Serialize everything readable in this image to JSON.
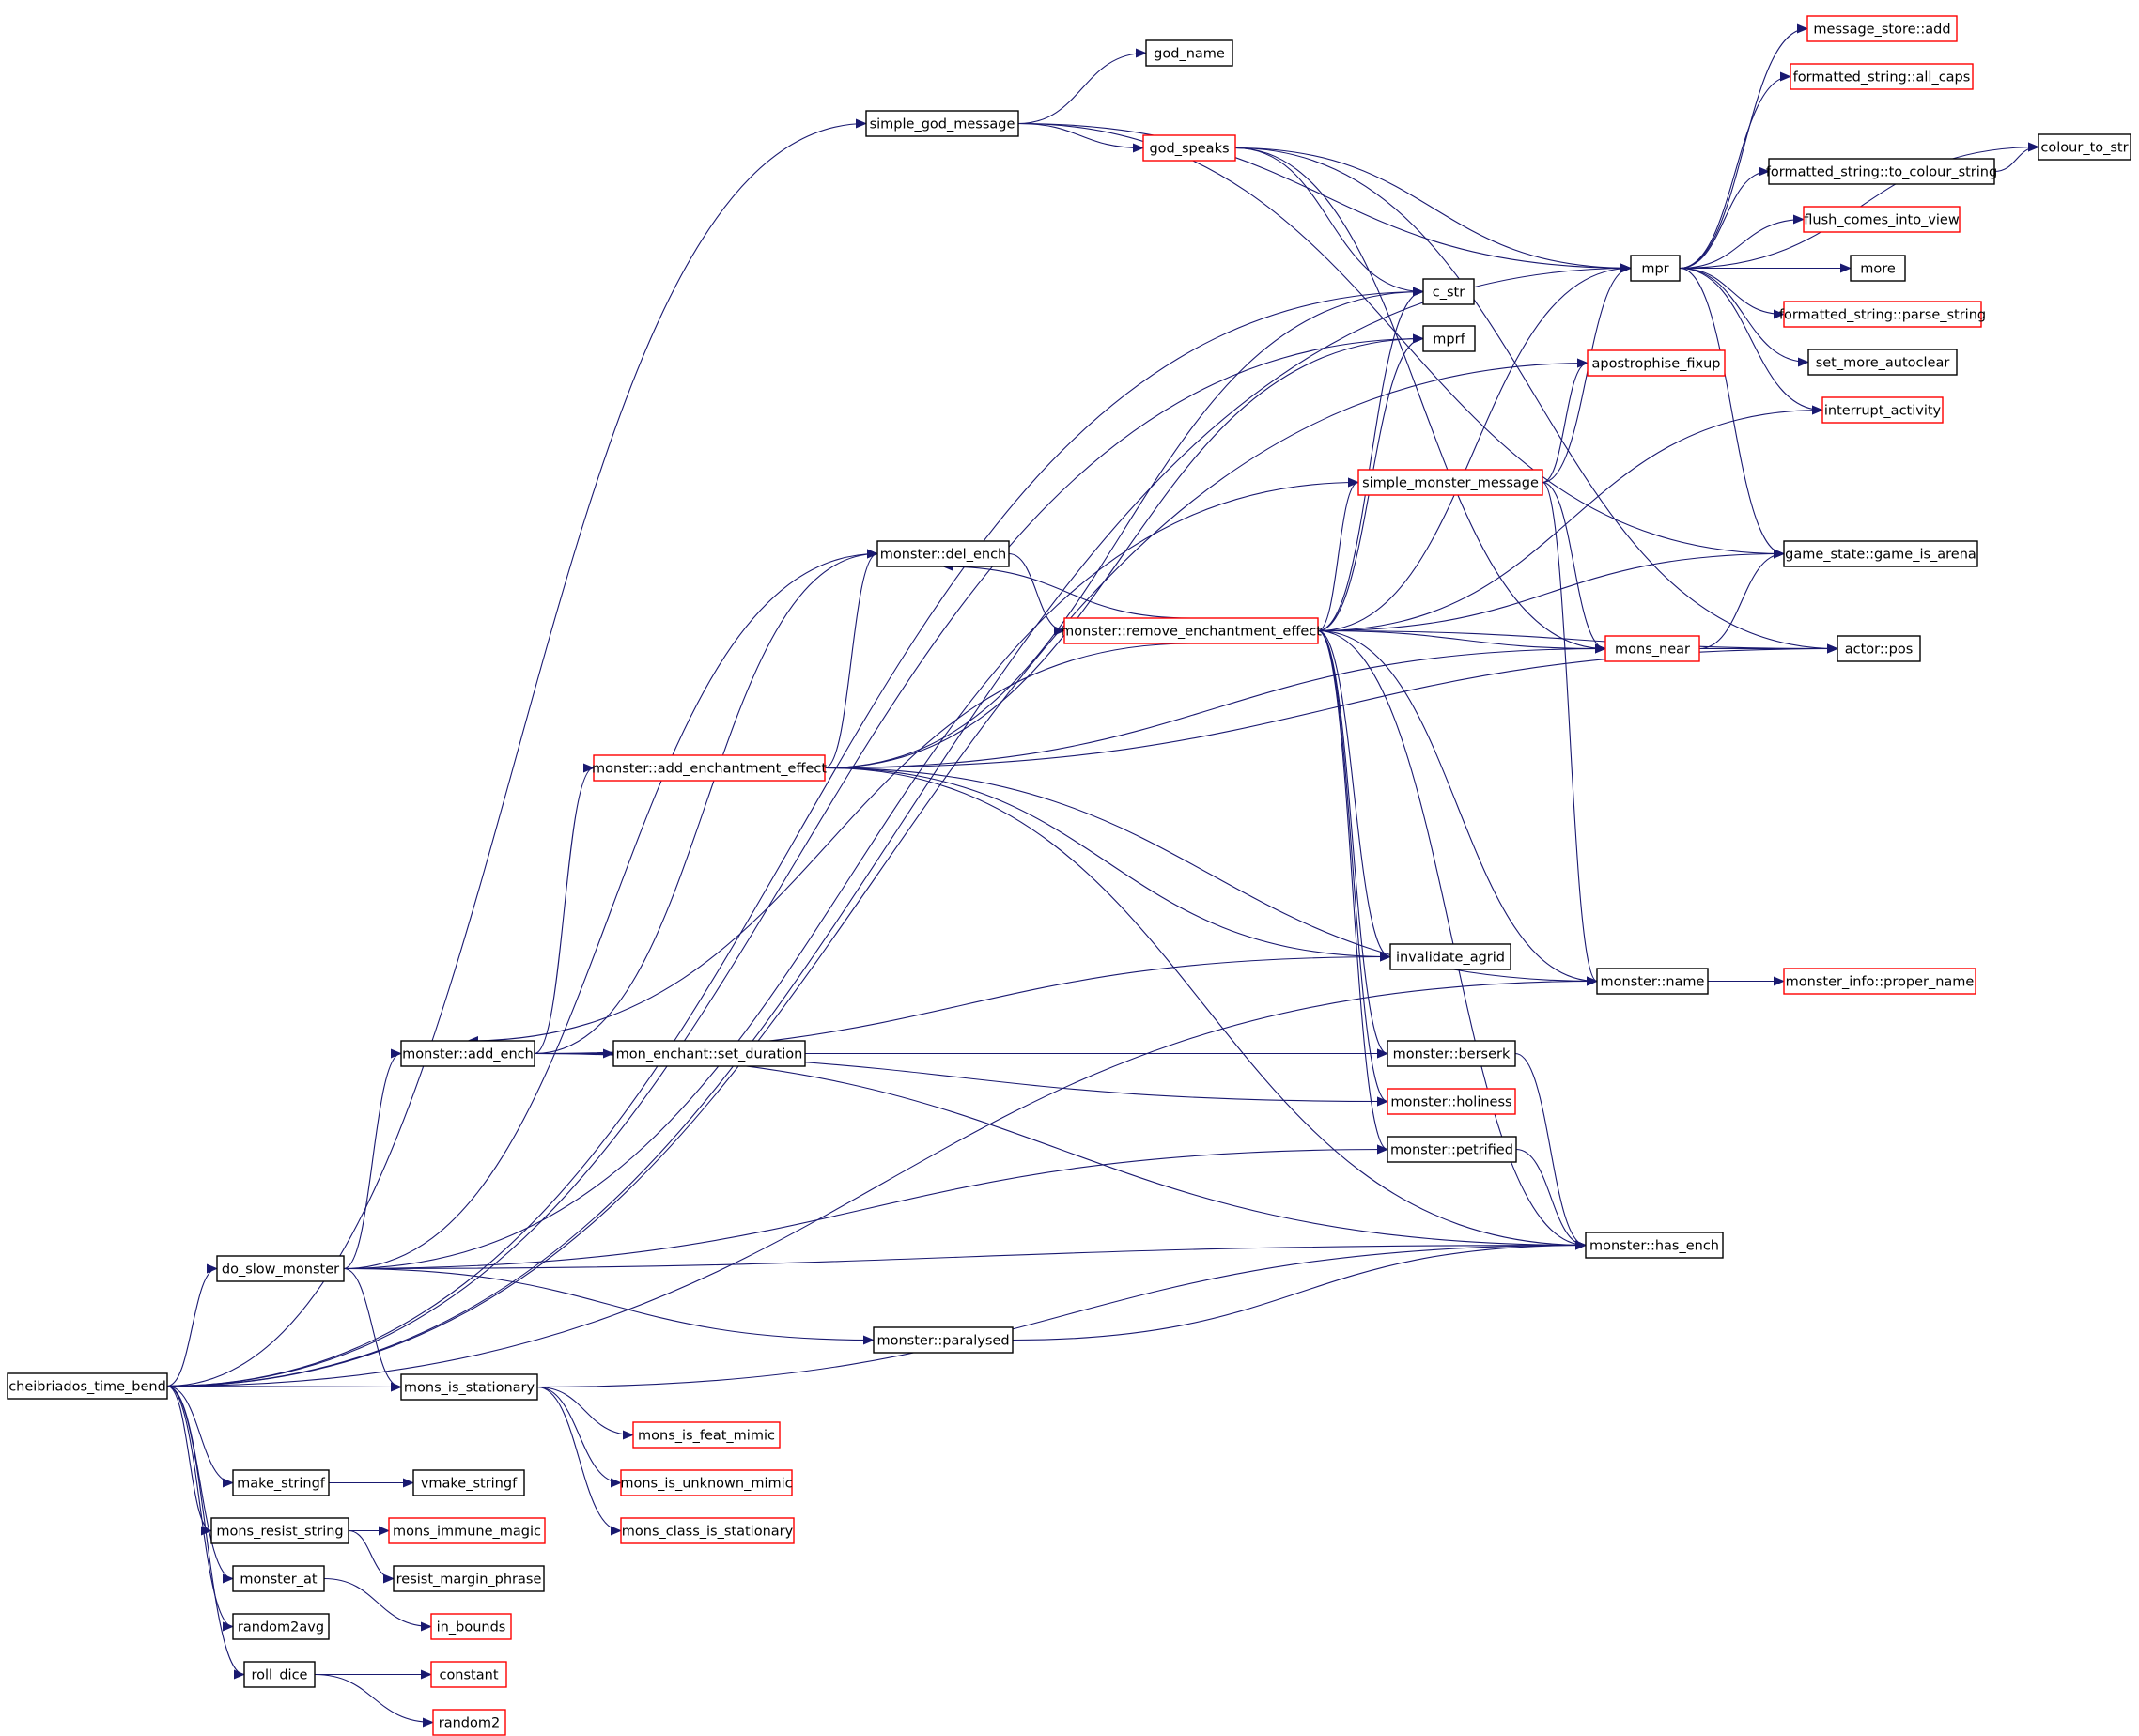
{
  "colors": {
    "edge": "#191970",
    "border_normal": "#000000",
    "border_truncated": "#ff0000",
    "root_fill": "#bfbfbf"
  },
  "nodes": [
    {
      "id": "cheibriados_time_bend",
      "label": "cheibriados_time_bend",
      "style": "root"
    },
    {
      "id": "simple_god_message",
      "label": "simple_god_message",
      "style": "normal"
    },
    {
      "id": "god_name",
      "label": "god_name",
      "style": "normal"
    },
    {
      "id": "god_speaks",
      "label": "god_speaks",
      "style": "truncated"
    },
    {
      "id": "mpr",
      "label": "mpr",
      "style": "normal"
    },
    {
      "id": "message_store_add",
      "label": "message_store::add",
      "style": "truncated"
    },
    {
      "id": "fs_all_caps",
      "label": "formatted_string::all_caps",
      "style": "truncated"
    },
    {
      "id": "fs_to_colour_string",
      "label": "formatted_string::to_colour_string",
      "style": "normal"
    },
    {
      "id": "colour_to_str",
      "label": "colour_to_str",
      "style": "normal"
    },
    {
      "id": "flush_comes_into_view",
      "label": "flush_comes_into_view",
      "style": "truncated"
    },
    {
      "id": "more",
      "label": "more",
      "style": "normal"
    },
    {
      "id": "fs_parse_string",
      "label": "formatted_string::parse_string",
      "style": "truncated"
    },
    {
      "id": "set_more_autoclear",
      "label": "set_more_autoclear",
      "style": "normal"
    },
    {
      "id": "interrupt_activity",
      "label": "interrupt_activity",
      "style": "truncated"
    },
    {
      "id": "c_str",
      "label": "c_str",
      "style": "normal"
    },
    {
      "id": "mprf",
      "label": "mprf",
      "style": "normal"
    },
    {
      "id": "apostrophise_fixup",
      "label": "apostrophise_fixup",
      "style": "truncated"
    },
    {
      "id": "simple_monster_message",
      "label": "simple_monster_message",
      "style": "truncated"
    },
    {
      "id": "game_is_arena",
      "label": "game_state::game_is_arena",
      "style": "normal"
    },
    {
      "id": "monster_del_ench",
      "label": "monster::del_ench",
      "style": "normal"
    },
    {
      "id": "remove_enchantment_effect",
      "label": "monster::remove_enchantment_effect",
      "style": "truncated"
    },
    {
      "id": "mons_near",
      "label": "mons_near",
      "style": "truncated"
    },
    {
      "id": "actor_pos",
      "label": "actor::pos",
      "style": "normal"
    },
    {
      "id": "add_enchantment_effect",
      "label": "monster::add_enchantment_effect",
      "style": "truncated"
    },
    {
      "id": "invalidate_agrid",
      "label": "invalidate_agrid",
      "style": "normal"
    },
    {
      "id": "monster_name",
      "label": "monster::name",
      "style": "normal"
    },
    {
      "id": "proper_name",
      "label": "monster_info::proper_name",
      "style": "truncated"
    },
    {
      "id": "monster_add_ench",
      "label": "monster::add_ench",
      "style": "normal"
    },
    {
      "id": "set_duration",
      "label": "mon_enchant::set_duration",
      "style": "normal"
    },
    {
      "id": "monster_berserk",
      "label": "monster::berserk",
      "style": "normal"
    },
    {
      "id": "monster_holiness",
      "label": "monster::holiness",
      "style": "truncated"
    },
    {
      "id": "monster_petrified",
      "label": "monster::petrified",
      "style": "normal"
    },
    {
      "id": "do_slow_monster",
      "label": "do_slow_monster",
      "style": "normal"
    },
    {
      "id": "monster_has_ench",
      "label": "monster::has_ench",
      "style": "normal"
    },
    {
      "id": "monster_paralysed",
      "label": "monster::paralysed",
      "style": "normal"
    },
    {
      "id": "mons_is_stationary",
      "label": "mons_is_stationary",
      "style": "normal"
    },
    {
      "id": "mons_is_feat_mimic",
      "label": "mons_is_feat_mimic",
      "style": "truncated"
    },
    {
      "id": "mons_is_unknown_mimic",
      "label": "mons_is_unknown_mimic",
      "style": "truncated"
    },
    {
      "id": "mons_class_is_stationary",
      "label": "mons_class_is_stationary",
      "style": "truncated"
    },
    {
      "id": "make_stringf",
      "label": "make_stringf",
      "style": "normal"
    },
    {
      "id": "vmake_stringf",
      "label": "vmake_stringf",
      "style": "normal"
    },
    {
      "id": "mons_resist_string",
      "label": "mons_resist_string",
      "style": "normal"
    },
    {
      "id": "mons_immune_magic",
      "label": "mons_immune_magic",
      "style": "truncated"
    },
    {
      "id": "resist_margin_phrase",
      "label": "resist_margin_phrase",
      "style": "normal"
    },
    {
      "id": "monster_at",
      "label": "monster_at",
      "style": "normal"
    },
    {
      "id": "in_bounds",
      "label": "in_bounds",
      "style": "truncated"
    },
    {
      "id": "random2avg",
      "label": "random2avg",
      "style": "normal"
    },
    {
      "id": "roll_dice",
      "label": "roll_dice",
      "style": "normal"
    },
    {
      "id": "constant",
      "label": "constant",
      "style": "truncated"
    },
    {
      "id": "random2",
      "label": "random2",
      "style": "truncated"
    }
  ],
  "edges": [
    [
      "cheibriados_time_bend",
      "simple_god_message"
    ],
    [
      "cheibriados_time_bend",
      "mpr"
    ],
    [
      "cheibriados_time_bend",
      "c_str"
    ],
    [
      "cheibriados_time_bend",
      "mprf"
    ],
    [
      "cheibriados_time_bend",
      "apostrophise_fixup"
    ],
    [
      "cheibriados_time_bend",
      "do_slow_monster"
    ],
    [
      "cheibriados_time_bend",
      "mons_is_stationary"
    ],
    [
      "cheibriados_time_bend",
      "make_stringf"
    ],
    [
      "cheibriados_time_bend",
      "mons_resist_string"
    ],
    [
      "cheibriados_time_bend",
      "monster_at"
    ],
    [
      "cheibriados_time_bend",
      "random2avg"
    ],
    [
      "cheibriados_time_bend",
      "roll_dice"
    ],
    [
      "cheibriados_time_bend",
      "monster_name"
    ],
    [
      "simple_god_message",
      "god_name"
    ],
    [
      "simple_god_message",
      "god_speaks"
    ],
    [
      "simple_god_message",
      "mpr"
    ],
    [
      "simple_god_message",
      "game_is_arena"
    ],
    [
      "god_speaks",
      "mpr"
    ],
    [
      "god_speaks",
      "c_str"
    ],
    [
      "god_speaks",
      "mons_near"
    ],
    [
      "god_speaks",
      "actor_pos"
    ],
    [
      "mpr",
      "message_store_add"
    ],
    [
      "mpr",
      "fs_all_caps"
    ],
    [
      "mpr",
      "fs_to_colour_string"
    ],
    [
      "mpr",
      "colour_to_str"
    ],
    [
      "mpr",
      "flush_comes_into_view"
    ],
    [
      "mpr",
      "more"
    ],
    [
      "mpr",
      "fs_parse_string"
    ],
    [
      "mpr",
      "set_more_autoclear"
    ],
    [
      "mpr",
      "interrupt_activity"
    ],
    [
      "mpr",
      "game_is_arena"
    ],
    [
      "fs_to_colour_string",
      "colour_to_str"
    ],
    [
      "simple_monster_message",
      "mpr"
    ],
    [
      "simple_monster_message",
      "apostrophise_fixup"
    ],
    [
      "simple_monster_message",
      "mons_near"
    ],
    [
      "simple_monster_message",
      "monster_name"
    ],
    [
      "monster_del_ench",
      "remove_enchantment_effect"
    ],
    [
      "remove_enchantment_effect",
      "mpr"
    ],
    [
      "remove_enchantment_effect",
      "c_str"
    ],
    [
      "remove_enchantment_effect",
      "mprf"
    ],
    [
      "remove_enchantment_effect",
      "simple_monster_message"
    ],
    [
      "remove_enchantment_effect",
      "interrupt_activity"
    ],
    [
      "remove_enchantment_effect",
      "game_is_arena"
    ],
    [
      "remove_enchantment_effect",
      "mons_near"
    ],
    [
      "remove_enchantment_effect",
      "actor_pos"
    ],
    [
      "remove_enchantment_effect",
      "monster_del_ench"
    ],
    [
      "remove_enchantment_effect",
      "monster_add_ench"
    ],
    [
      "remove_enchantment_effect",
      "invalidate_agrid"
    ],
    [
      "remove_enchantment_effect",
      "monster_name"
    ],
    [
      "remove_enchantment_effect",
      "monster_berserk"
    ],
    [
      "remove_enchantment_effect",
      "monster_holiness"
    ],
    [
      "remove_enchantment_effect",
      "monster_petrified"
    ],
    [
      "remove_enchantment_effect",
      "monster_has_ench"
    ],
    [
      "mons_near",
      "game_is_arena"
    ],
    [
      "mons_near",
      "actor_pos"
    ],
    [
      "add_enchantment_effect",
      "c_str"
    ],
    [
      "add_enchantment_effect",
      "mprf"
    ],
    [
      "add_enchantment_effect",
      "monster_del_ench"
    ],
    [
      "add_enchantment_effect",
      "mons_near"
    ],
    [
      "add_enchantment_effect",
      "actor_pos"
    ],
    [
      "add_enchantment_effect",
      "invalidate_agrid"
    ],
    [
      "add_enchantment_effect",
      "monster_name"
    ],
    [
      "add_enchantment_effect",
      "monster_has_ench"
    ],
    [
      "monster_name",
      "proper_name"
    ],
    [
      "monster_add_ench",
      "add_enchantment_effect"
    ],
    [
      "monster_add_ench",
      "monster_del_ench"
    ],
    [
      "monster_add_ench",
      "set_duration"
    ],
    [
      "monster_add_ench",
      "invalidate_agrid"
    ],
    [
      "monster_add_ench",
      "monster_berserk"
    ],
    [
      "monster_add_ench",
      "monster_holiness"
    ],
    [
      "monster_add_ench",
      "monster_has_ench"
    ],
    [
      "monster_berserk",
      "monster_has_ench"
    ],
    [
      "monster_petrified",
      "monster_has_ench"
    ],
    [
      "do_slow_monster",
      "monster_add_ench"
    ],
    [
      "do_slow_monster",
      "monster_del_ench"
    ],
    [
      "do_slow_monster",
      "simple_monster_message"
    ],
    [
      "do_slow_monster",
      "monster_petrified"
    ],
    [
      "do_slow_monster",
      "monster_has_ench"
    ],
    [
      "do_slow_monster",
      "monster_paralysed"
    ],
    [
      "do_slow_monster",
      "mons_is_stationary"
    ],
    [
      "monster_paralysed",
      "monster_has_ench"
    ],
    [
      "mons_is_stationary",
      "monster_has_ench"
    ],
    [
      "mons_is_stationary",
      "mons_is_feat_mimic"
    ],
    [
      "mons_is_stationary",
      "mons_is_unknown_mimic"
    ],
    [
      "mons_is_stationary",
      "mons_class_is_stationary"
    ],
    [
      "make_stringf",
      "vmake_stringf"
    ],
    [
      "mons_resist_string",
      "mons_immune_magic"
    ],
    [
      "mons_resist_string",
      "resist_margin_phrase"
    ],
    [
      "monster_at",
      "in_bounds"
    ],
    [
      "roll_dice",
      "constant"
    ],
    [
      "roll_dice",
      "random2"
    ]
  ]
}
